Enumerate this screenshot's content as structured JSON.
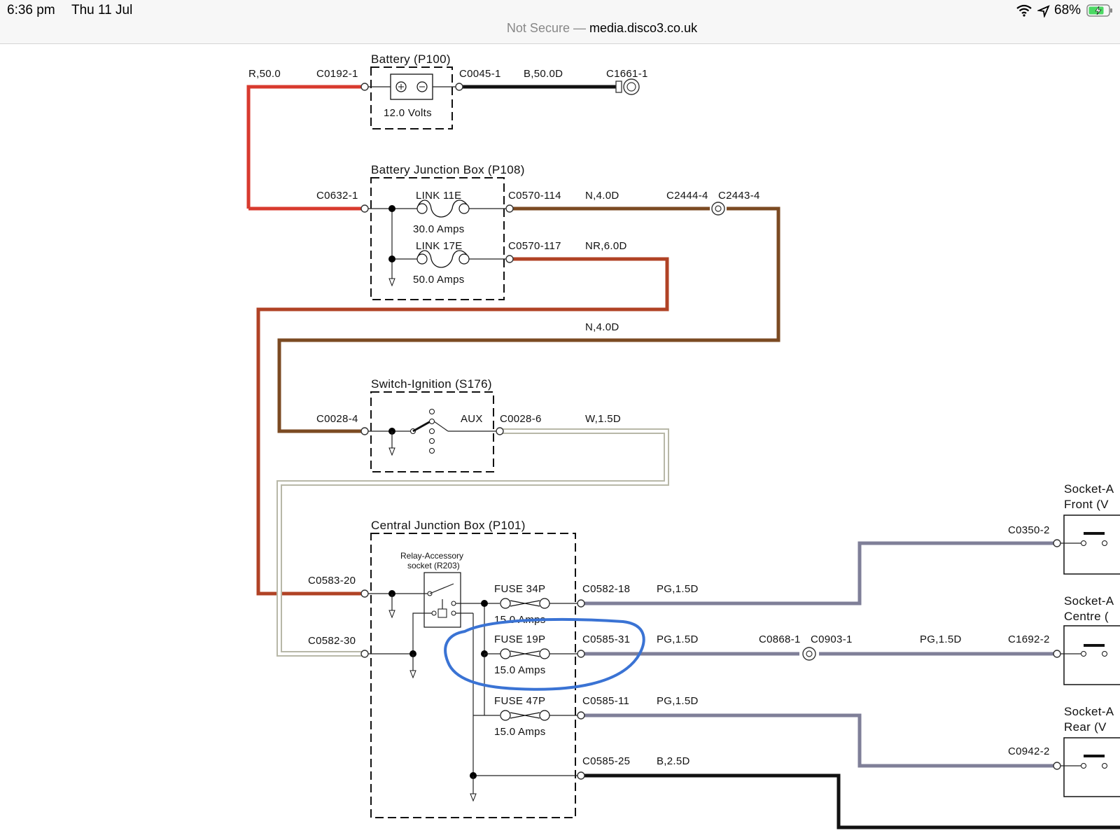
{
  "status_bar": {
    "time": "6:36 pm",
    "date": "Thu 11 Jul",
    "battery_percent": "68%",
    "icons": [
      "wifi-icon",
      "location-icon",
      "battery-charging-icon"
    ]
  },
  "browser": {
    "security_label": "Not Secure",
    "separator": " — ",
    "url": "media.disco3.co.uk"
  },
  "colors": {
    "red_wire": "#d83a2e",
    "brown_wire": "#7b4a22",
    "rust_wire": "#b04225",
    "gray_purple_wire": "#7f7f98",
    "black_wire": "#111111",
    "highlight": "#3a73d4"
  },
  "diagram": {
    "battery": {
      "title": "Battery (P100)",
      "voltage": "12.0 Volts"
    },
    "bjb": {
      "title": "Battery Junction Box (P108)",
      "link1": "LINK 11E",
      "link1_amps": "30.0 Amps",
      "link2": "LINK 17E",
      "link2_amps": "50.0 Amps"
    },
    "ignition": {
      "title": "Switch-Ignition (S176)",
      "aux": "AUX"
    },
    "cjb": {
      "title": "Central Junction Box (P101)",
      "relay_line1": "Relay-Accessory",
      "relay_line2": "socket (R203)",
      "fuse1": "FUSE 34P",
      "fuse1_amps": "15.0 Amps",
      "fuse2": "FUSE 19P",
      "fuse2_amps": "15.0 Amps",
      "fuse3": "FUSE 47P",
      "fuse3_amps": "15.0 Amps"
    },
    "sockets": {
      "front_line1": "Socket-A",
      "front_line2": "Front (V",
      "centre_line1": "Socket-A",
      "centre_line2": "Centre (",
      "rear_line1": "Socket-A",
      "rear_line2": "Rear (V"
    },
    "labels": {
      "r50": "R,50.0",
      "c0192": "C0192-1",
      "c0045": "C0045-1",
      "b50": "B,50.0D",
      "c1661": "C1661-1",
      "c0632": "C0632-1",
      "c0570_114": "C0570-114",
      "n40_a": "N,4.0D",
      "c2444": "C2444-4",
      "c2443": "C2443-4",
      "c0570_117": "C0570-117",
      "nr60": "NR,6.0D",
      "n40_b": "N,4.0D",
      "c0028_4": "C0028-4",
      "c0028_6": "C0028-6",
      "w15": "W,1.5D",
      "c0350": "C0350-2",
      "c0583": "C0583-20",
      "c0582_18": "C0582-18",
      "pg15_a": "PG,1.5D",
      "c0582_30": "C0582-30",
      "c0585_31": "C0585-31",
      "pg15_b": "PG,1.5D",
      "c0868": "C0868-1",
      "c0903": "C0903-1",
      "pg15_c": "PG,1.5D",
      "c1692": "C1692-2",
      "c0585_11": "C0585-11",
      "pg15_d": "PG,1.5D",
      "c0942": "C0942-2",
      "c0585_25": "C0585-25",
      "b25": "B,2.5D"
    }
  }
}
